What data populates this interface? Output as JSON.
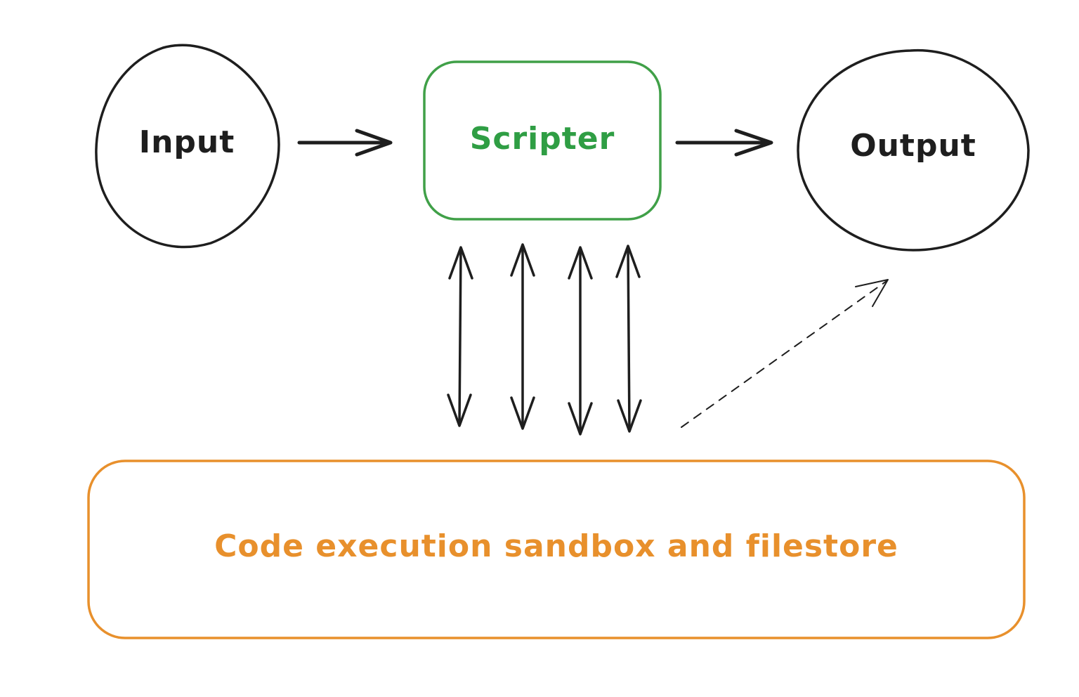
{
  "nodes": {
    "input": {
      "label": "Input"
    },
    "scripter": {
      "label": "Scripter"
    },
    "output": {
      "label": "Output"
    },
    "sandbox": {
      "label": "Code execution sandbox and filestore"
    }
  },
  "colors": {
    "ink": "#1e1e1e",
    "scripter": "#2f9e44",
    "scripter_outline": "#40a048",
    "sandbox": "#e8902c",
    "background": "#ffffff"
  },
  "edges": [
    {
      "from": "input",
      "to": "scripter",
      "style": "solid"
    },
    {
      "from": "scripter",
      "to": "output",
      "style": "solid"
    },
    {
      "from": "scripter",
      "to": "sandbox",
      "style": "bidirectional"
    },
    {
      "from": "scripter",
      "to": "sandbox",
      "style": "bidirectional"
    },
    {
      "from": "scripter",
      "to": "sandbox",
      "style": "bidirectional"
    },
    {
      "from": "scripter",
      "to": "sandbox",
      "style": "bidirectional"
    },
    {
      "from": "sandbox",
      "to": "output",
      "style": "dashed"
    }
  ]
}
